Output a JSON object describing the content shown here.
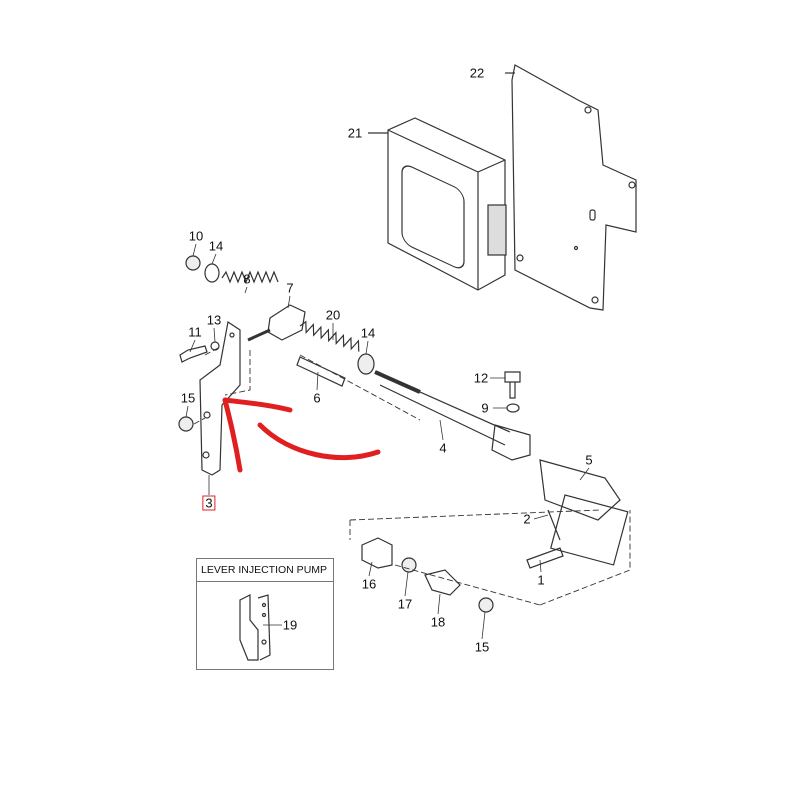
{
  "diagram": {
    "inset_title": "LEVER INJECTION PUMP",
    "highlighted_part": "3",
    "highlight_color": "#e02020",
    "labels": [
      "22",
      "21",
      "10",
      "14",
      "8",
      "7",
      "20",
      "13",
      "11",
      "14",
      "6",
      "12",
      "9",
      "15",
      "4",
      "5",
      "3",
      "2",
      "1",
      "16",
      "17",
      "18",
      "15",
      "19"
    ]
  }
}
